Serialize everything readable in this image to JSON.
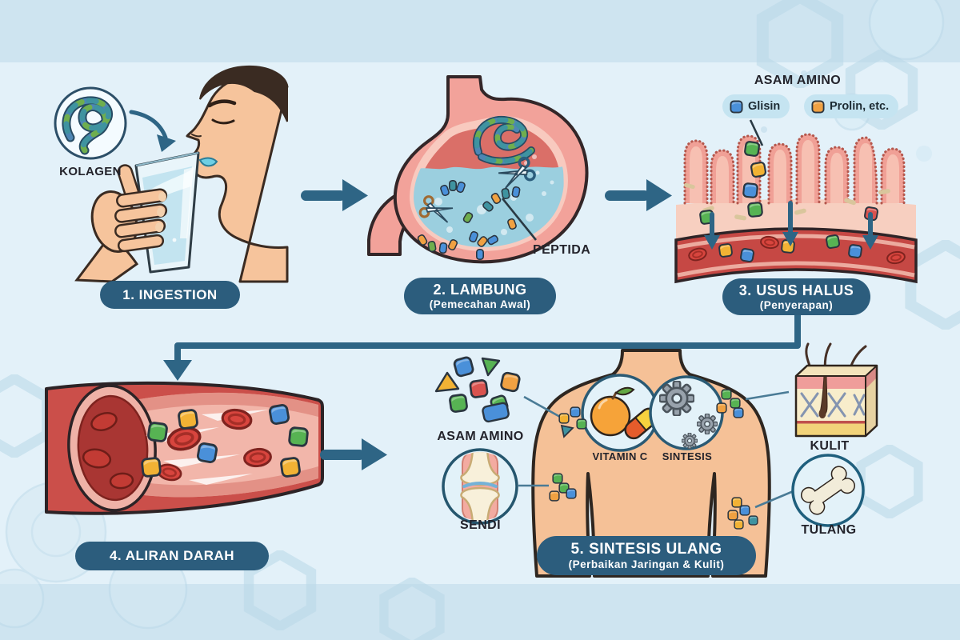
{
  "palette": {
    "badge_navy": "#2c5d7d",
    "arrow_navy": "#2e6585",
    "panel_inner": "#e3f1f9",
    "panel_outer": "#cee4f0",
    "cube_blue": "#4a90d9",
    "cube_green": "#57b353",
    "cube_yellow": "#f2b234",
    "cube_orange": "#f0a142",
    "cube_red": "#d9534f",
    "cube_teal": "#3f93a0"
  },
  "icons": {
    "arrow_right": "arrow-right-icon",
    "arrow_down": "arrow-down-icon",
    "scissors": "scissors-icon",
    "gears": "gear-icon",
    "amino_cube": "cube-icon",
    "red_blood_cell": "rbc-icon",
    "bone": "bone-icon",
    "hexagon_decoration": "hexagon-icon"
  },
  "step1": {
    "badge": "1. INGESTION",
    "kolagen_label": "KOLAGEN"
  },
  "step2": {
    "badge_title": "2. LAMBUNG",
    "badge_subtitle": "(Pemecahan Awal)",
    "peptida_label": "PEPTIDA"
  },
  "step3": {
    "badge_title": "3. USUS HALUS",
    "badge_subtitle": "(Penyerapan)",
    "heading": "ASAM AMINO",
    "legend": [
      {
        "label": "Glisin",
        "color": "#4a90d9"
      },
      {
        "label": "Prolin, etc.",
        "color": "#f0a142"
      }
    ]
  },
  "step4": {
    "badge": "4. ALIRAN DARAH"
  },
  "step5": {
    "badge_title": "5. SINTESIS ULANG",
    "badge_subtitle": "(Perbaikan Jaringan & Kulit)",
    "asam_amino_label": "ASAM AMINO",
    "vitamin_c_label": "VITAMIN C",
    "sintesis_label": "SINTESIS",
    "sendi_label": "SENDI",
    "kulit_label": "KULIT",
    "tulang_label": "TULANG"
  }
}
